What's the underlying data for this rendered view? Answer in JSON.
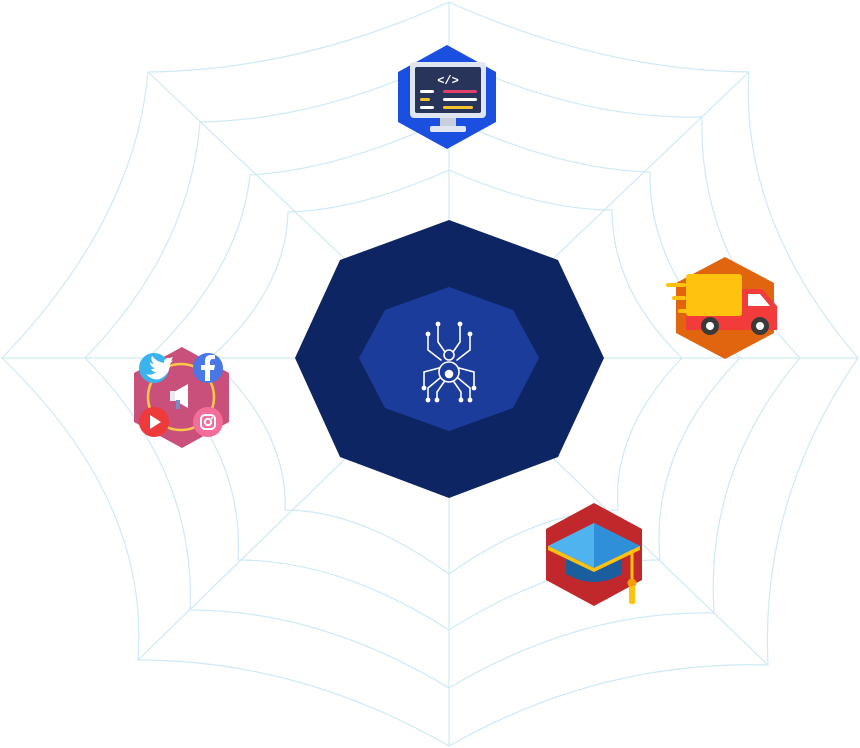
{
  "colors": {
    "web_lines": "#cfe9f5",
    "core_outer": "#0d2663",
    "core_inner": "#1c3c9c",
    "spider_icon": "#ffffff",
    "code_hex": "#1a4fe0",
    "delivery_hex": "#e0650e",
    "social_hex": "#c9507a",
    "education_hex": "#c0282b"
  },
  "hub": {
    "icon": "spider-icon"
  },
  "nodes": [
    {
      "id": "code",
      "icon": "code-monitor-icon"
    },
    {
      "id": "delivery",
      "icon": "delivery-truck-icon"
    },
    {
      "id": "social",
      "icon": "social-media-icon"
    },
    {
      "id": "education",
      "icon": "graduation-cap-icon"
    }
  ]
}
